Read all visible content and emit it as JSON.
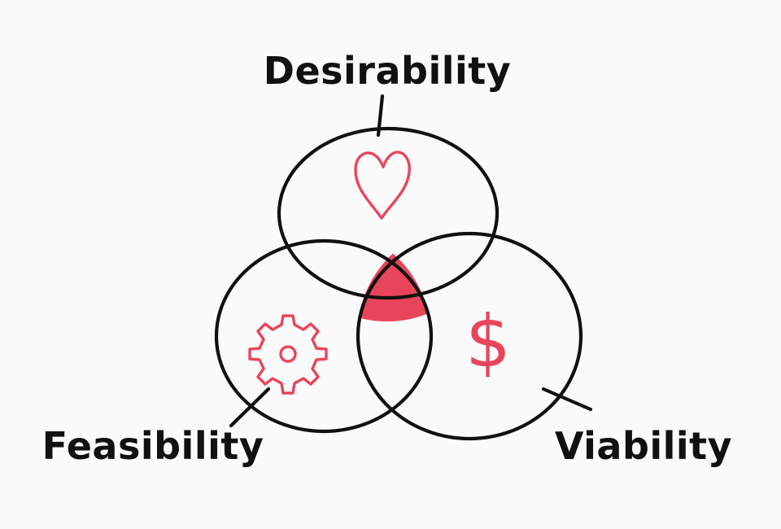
{
  "labels": {
    "top": "Desirability",
    "left": "Feasibility",
    "right": "Viability"
  },
  "icons": {
    "top": "heart-icon",
    "left": "gear-icon",
    "right": "dollar-icon"
  },
  "icon_glyphs": {
    "dollar": "$"
  },
  "colors": {
    "ink": "#111111",
    "accent": "#e8455c",
    "intersection": "#e8455c",
    "background": "#fafafa"
  }
}
